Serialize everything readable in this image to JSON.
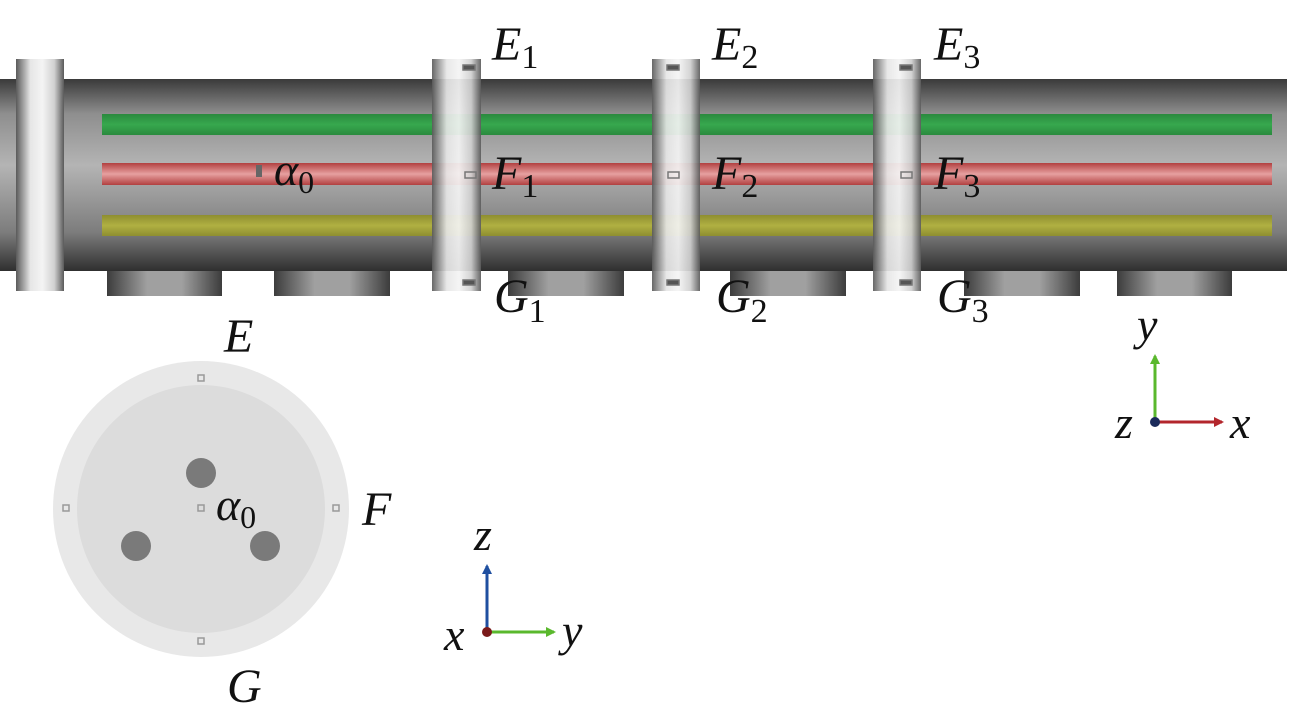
{
  "colors": {
    "pipe_dark": "#3a3a3a",
    "pipe_light": "#a8a8a8",
    "band_light": "#f2f2f2",
    "strip_green": "#2e9b45",
    "strip_red": "#c05050",
    "strip_yellow": "#a3a33a",
    "axis_x": "#b3262c",
    "axis_y": "#5ab82d",
    "axis_z": "#1f4fa0",
    "disk_outer": "#e8e8e8",
    "disk_inner": "#dcdcdc",
    "hole": "#7a7a7a"
  },
  "side_view": {
    "sections": [
      {
        "e": "E",
        "f": "F",
        "g": "G",
        "index": "1"
      },
      {
        "e": "E",
        "f": "F",
        "g": "G",
        "index": "2"
      },
      {
        "e": "E",
        "f": "F",
        "g": "G",
        "index": "3"
      }
    ],
    "origin_label": {
      "symbol": "α",
      "index": "0"
    },
    "axes": {
      "up": "y",
      "right": "x",
      "out": "z"
    }
  },
  "cross_section": {
    "labels": {
      "top": "E",
      "right": "F",
      "bottom": "G"
    },
    "origin_label": {
      "symbol": "α",
      "index": "0"
    },
    "axes": {
      "up": "z",
      "right": "y",
      "out": "x"
    }
  }
}
